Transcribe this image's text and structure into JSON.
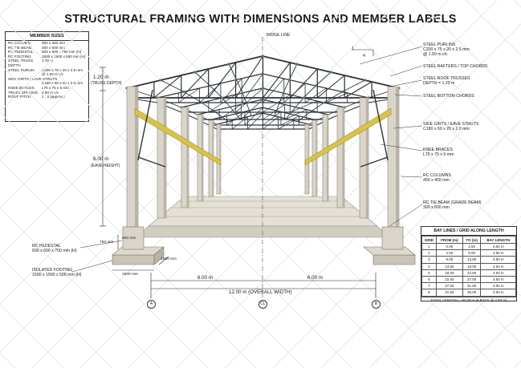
{
  "title": "STRUCTURAL FRAMING WITH DIMENSIONS AND MEMBER LABELS",
  "member_sizes": {
    "heading": "MEMBER SIZES",
    "rows": [
      {
        "k": "RC COLUMN",
        "v": "450 x 450 mm"
      },
      {
        "k": "RC TIE BEAM",
        "v": "300 x 600 mm"
      },
      {
        "k": "RC PEDESTAL",
        "v": "600 x 600 x 750 mm (H)"
      },
      {
        "k": "RC FOOTING",
        "v": "1500 x 1500 x 500 mm (H)"
      },
      {
        "k": "STEEL TRUSS DEPTH",
        "v": "1.20 m"
      },
      {
        "k": "STEEL PURLIN",
        "v": "C200 x 75 x 20 x 2.5 mm"
      },
      {
        "k": "",
        "v": "@ 1.50 m c/c"
      },
      {
        "k": "SIDE GIRTS / EAVE STRUTS",
        "v": ""
      },
      {
        "k": "",
        "v": "C180 x 60 x 20 x 2.0 mm"
      },
      {
        "k": "KNEE BRACES",
        "v": "L75 x 75 x 6 mm"
      },
      {
        "k": "TRUSS SPACING",
        "v": "4.50 m c/c"
      },
      {
        "k": "ROOF PITCH",
        "v": "1 : 4 (approx.)"
      }
    ]
  },
  "labels": {
    "ridge_line": "RIDGE LINE",
    "pitch_rise": "1",
    "pitch_run": "4",
    "steel_purlins": "STEEL PURLINS",
    "steel_purlins_size": "C200 x 75 x 20 x 2.5 mm",
    "steel_purlins_spacing": "@ 1.50 m c/c",
    "steel_rafters": "STEEL RAFTERS / TOP CHORDS",
    "steel_roof_trusses": "STEEL ROOF TRUSSES",
    "truss_depth": "DEPTH = 1.20 m",
    "steel_bottom_chords": "STEEL BOTTOM CHORDS",
    "side_girts": "SIDE GIRTS / EAVE STRUTS",
    "side_girts_size": "C180 x 60 x 20 x 2.0 mm",
    "knee_braces": "KNEE BRACES",
    "knee_braces_size": "L75 x 75 x 6 mm",
    "rc_columns": "RC COLUMNS",
    "rc_columns_size": "450 x 450 mm",
    "rc_tie_beam": "RC TIE BEAM (GRADE BEAM)",
    "rc_tie_beam_size": "300 x 600 mm",
    "rc_pedestal": "RC PEDESTAL",
    "rc_pedestal_size": "600 x 600 x 750 mm (H)",
    "isolated_footing": "ISOLATED FOOTING",
    "isolated_footing_size": "1500 x 1500 x 500 mm (H)"
  },
  "dimensions": {
    "truss_depth_value": "1.20 m",
    "truss_depth_note": "(TRUSS DEPTH)",
    "eave_height_value": "6.00 m",
    "eave_height_note": "(EAVE HEIGHT)",
    "left_half": "6.00 m",
    "right_half": "6.00 m",
    "overall_width": "12.00 m (OVERALL WIDTH)",
    "pedestal_height": "750 mm",
    "pedestal_width": "600 mm",
    "footing_depth": "1500 mm",
    "footing_width": "1500 mm"
  },
  "grid_bubbles": {
    "a": "A",
    "cl": "CL",
    "b": "B"
  },
  "bay_table": {
    "heading": "BAY LINES / GRID ALONG LENGTH",
    "columns": [
      "GRID",
      "FROM (m)",
      "TO (m)",
      "BAY LENGTH"
    ],
    "rows": [
      [
        "1",
        "0.00",
        "4.50",
        "4.50 m"
      ],
      [
        "2",
        "4.50",
        "9.00",
        "4.50 m"
      ],
      [
        "3",
        "9.00",
        "13.50",
        "4.50 m"
      ],
      [
        "4",
        "13.50",
        "18.00",
        "4.50 m"
      ],
      [
        "5",
        "18.00",
        "22.50",
        "4.50 m"
      ],
      [
        "6",
        "22.50",
        "27.00",
        "4.50 m"
      ],
      [
        "7",
        "27.00",
        "31.50",
        "4.50 m"
      ],
      [
        "8",
        "31.50",
        "36.00",
        "4.50 m"
      ]
    ],
    "total": "TOTAL LENGTH = 36.00 m (8 BAYS @ 4.50 m)"
  },
  "watermark": "fiverr",
  "colors": {
    "steel": "#2e3338",
    "concrete": "#d9d5cb",
    "concrete_dark": "#b9b3a6",
    "girt": "#d8c24a",
    "dim": "#222222"
  }
}
